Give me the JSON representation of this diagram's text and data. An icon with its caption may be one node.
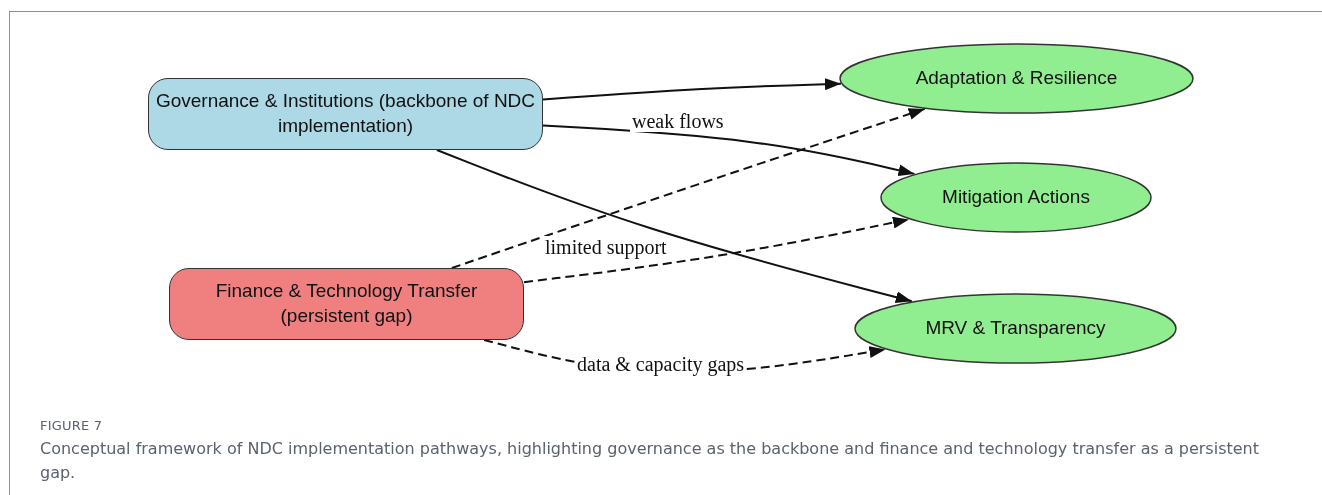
{
  "diagram": {
    "caption": "Conceptual framework of NDC implementation pathways, highlighting governance as the backbone and finance and technology transfer as a persistent gap.",
    "nodes": [
      {
        "text": [
          "Governance & Institutions (backbone of NDC implementation)"
        ]
      },
      {
        "text": [
          "Adaptation & Resilience"
        ]
      },
      {
        "text": [
          "Mitigation Actions"
        ]
      },
      {
        "text": [
          "Finance & Technology Transfer (persistent gap)"
        ]
      },
      {
        "text": [
          "MRV & Transparency"
        ]
      }
    ],
    "edges": [
      {
        "from": 0,
        "to": 1,
        "arrow": "to"
      },
      {
        "from": 0,
        "to": 2,
        "arrow": "to",
        "label": "weak flows"
      },
      {
        "from": 0,
        "to": 4,
        "arrow": "to",
        "label": "limited support"
      },
      {
        "from": 3,
        "to": 1,
        "arrow": "to",
        "style": "dashed"
      },
      {
        "from": 3,
        "to": 2,
        "arrow": "to",
        "style": "dashed"
      },
      {
        "from": 3,
        "to": 4,
        "arrow": "to",
        "style": "dashed",
        "label": "data & capacity gaps"
      }
    ],
    "labels": [
      "FIGURE 7"
    ]
  }
}
